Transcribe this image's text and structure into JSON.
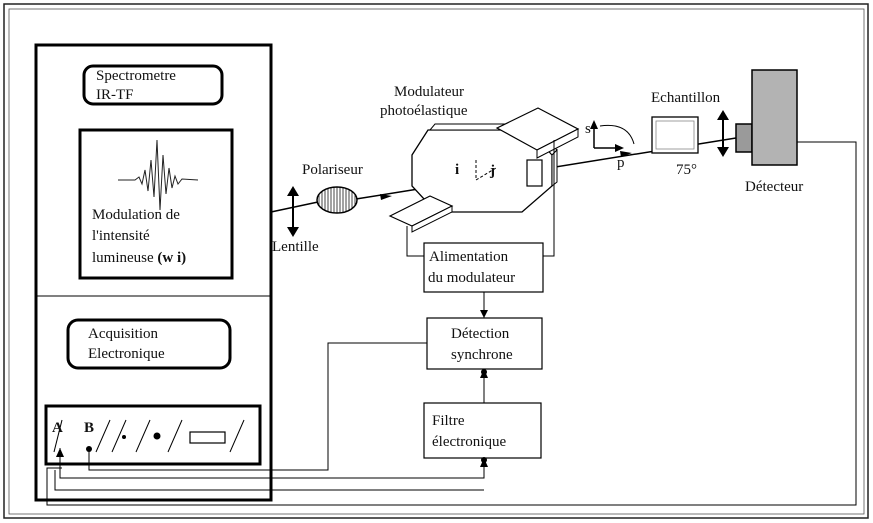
{
  "blocks": {
    "spectrometer": {
      "line1": "Spectrometre",
      "line2": "IR-TF"
    },
    "modulation": {
      "line1": "Modulation de",
      "line2": "l'intensité",
      "line3": "lumineuse ",
      "line3_bold": "(w i)"
    },
    "acquisition": {
      "line1": "Acquisition",
      "line2": "Electronique"
    },
    "ports": {
      "a": "A",
      "b": "B"
    },
    "polarizer": "Polariseur",
    "lens": "Lentille",
    "modulator": {
      "line1": "Modulateur",
      "line2": "photoélastique",
      "axis_i": "i",
      "axis_j": "j"
    },
    "modulator_supply": {
      "line1": "Alimentation",
      "line2": "du modulateur"
    },
    "sync_detection": {
      "line1": "Détection",
      "line2": "synchrone"
    },
    "filter": {
      "line1": "Filtre",
      "line2": "électronique"
    },
    "sample": {
      "label": "Echantillon",
      "angle": "75°"
    },
    "polarization": {
      "s": "s",
      "p": "p"
    },
    "detector": "Détecteur"
  }
}
